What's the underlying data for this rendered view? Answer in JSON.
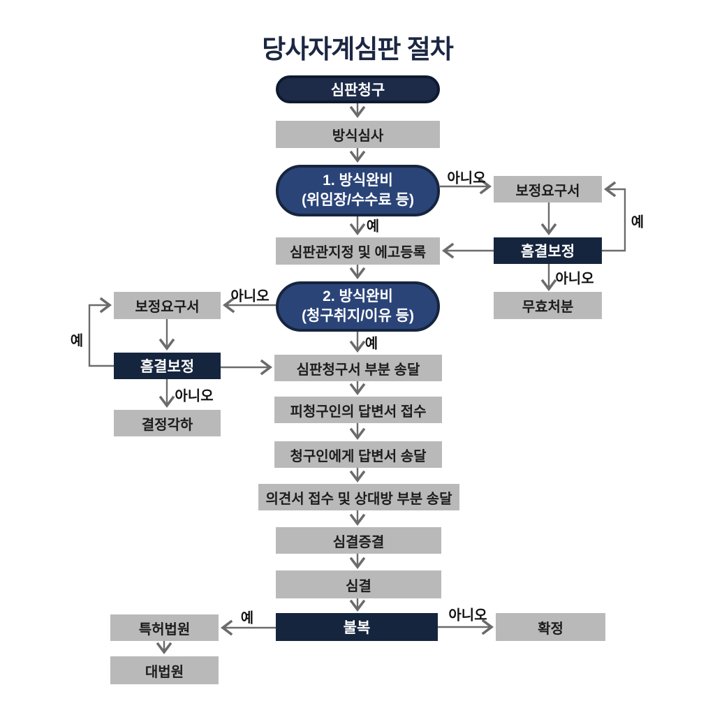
{
  "title": "당사자계심판 절차",
  "colors": {
    "navy": "#16253e",
    "pill-dark": "#1d2b48",
    "pill-dark-border": "#0d1a30",
    "blue": "#2b4478",
    "blue-border": "#16253e",
    "gray": "#b9b9b9",
    "arrow": "#6b6b6b",
    "ink": "#1c1c1c",
    "title-ink": "#1b2742"
  },
  "nodes": {
    "start": {
      "label": "심판청구"
    },
    "formality_exam": {
      "label": "방식심사"
    },
    "formality1": {
      "line1": "1. 방식완비",
      "line2": "(위임장/수수료 등)"
    },
    "correction_request_right": {
      "label": "보정요구서"
    },
    "defect_correction_right": {
      "label": "흠결보정"
    },
    "invalidation": {
      "label": "무효처분"
    },
    "examiner_designation": {
      "label": "심판관지정 및 에고등록"
    },
    "formality2": {
      "line1": "2. 방식완비",
      "line2": "(청구취지/이유 등)"
    },
    "correction_request_left": {
      "label": "보정요구서"
    },
    "defect_correction_left": {
      "label": "흠결보정"
    },
    "decision_rejection": {
      "label": "결정각하"
    },
    "request_service": {
      "label": "심판청구서 부분 송달"
    },
    "answer_receipt": {
      "label": "피청구인의 답변서 접수"
    },
    "answer_service": {
      "label": "청구인에게 답변서 송달"
    },
    "opinion_service": {
      "label": "의견서 접수 및 상대방 부분 송달"
    },
    "trial_closing": {
      "label": "심결증결"
    },
    "trial_decision": {
      "label": "심결"
    },
    "appeal": {
      "label": "불복"
    },
    "patent_court": {
      "label": "특허법원"
    },
    "supreme_court": {
      "label": "대법원"
    },
    "final_decision": {
      "label": "확정"
    }
  },
  "edge_labels": {
    "no_formality1": "아니오",
    "yes_formality1": "예",
    "yes_loop_right": "예",
    "no_defect_right": "아니오",
    "no_formality2": "아니오",
    "yes_formality2": "예",
    "yes_loop_left": "예",
    "no_defect_left": "아니오",
    "yes_appeal": "예",
    "no_appeal": "아니오"
  }
}
